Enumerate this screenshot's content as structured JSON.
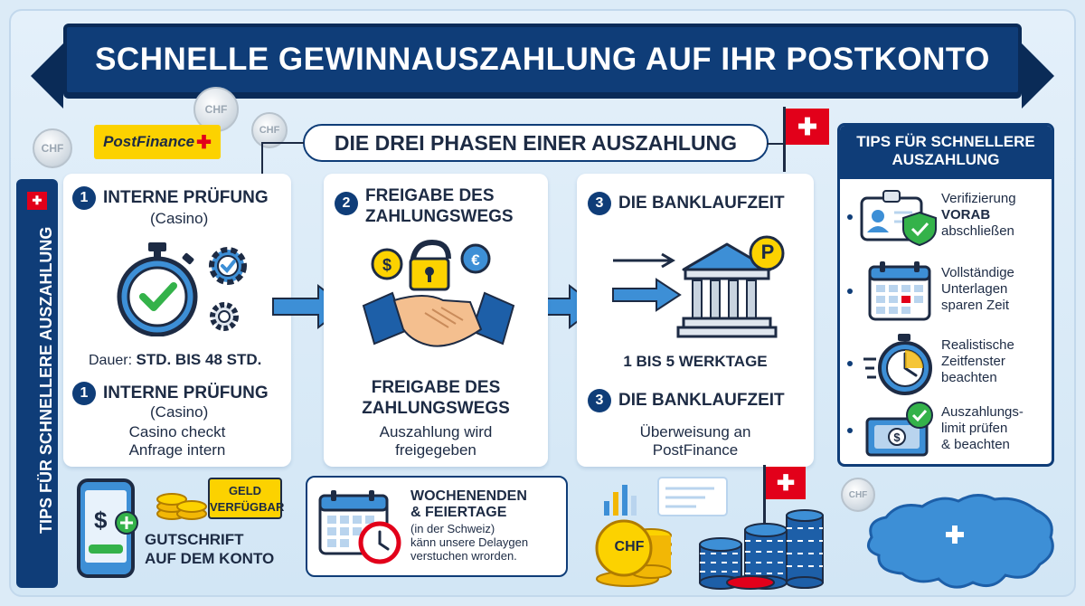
{
  "banner": {
    "title": "SCHNELLE GEWINNAUSZAHLUNG AUF IHR POSTKONTO"
  },
  "logo": {
    "text": "PostFinance"
  },
  "coin_label": "CHF",
  "phases_heading": "DIE DREI PHASEN EINER AUSZAHLUNG",
  "side_title": "TIPS FÜR SCHNELLERE AUSZAHLUNG",
  "phase1": {
    "num": "1",
    "title": "INTERNE PRÜFUNG",
    "sub": "(Casino)",
    "duration_prefix": "Dauer:",
    "duration_value": "STD. BIS 48 STD.",
    "title2": "INTERNE PRÜFUNG",
    "sub2": "(Casino)",
    "desc_line1": "Casino checkt",
    "desc_line2": "Anfrage intern"
  },
  "phase2": {
    "num": "2",
    "title_line1": "FREIGABE DES",
    "title_line2": "ZAHLUNGSWEGS",
    "title2_line1": "FREIGABE DES",
    "title2_line2": "ZAHLUNGSWEGS",
    "desc_line1": "Auszahlung wird",
    "desc_line2": "freigegeben"
  },
  "phase3": {
    "num": "3",
    "title": "DIE BANKLAUFZEIT",
    "duration": "1 BIS 5 WERKTAGE",
    "title2": "DIE BANKLAUFZEIT",
    "desc_line1": "Überweisung an",
    "desc_line2": "PostFinance",
    "bank_badge": "P"
  },
  "credit": {
    "badge_line1": "GELD",
    "badge_line2": "VERFÜGBAR",
    "label_line1": "GUTSCHRIFT",
    "label_line2": "AUF DEM KONTO",
    "phone_symbol": "$"
  },
  "weekend": {
    "title_line1": "WOCHENENDEN",
    "title_line2": "& FEIERTAGE",
    "note_line1": "(in der Schweiz)",
    "note_line2": "känn unsere Delaygen",
    "note_line3": "verstuchen wrorden."
  },
  "tips": {
    "title_line1": "TIPS FÜR SCHNELLERE",
    "title_line2": "AUSZAHLUNG",
    "items": [
      {
        "line1": "Verifizierung",
        "line2": "VORAB",
        "line3": "abschließen"
      },
      {
        "line1": "Vollständige",
        "line2": "Unterlagen",
        "line3": "sparen Zeit"
      },
      {
        "line1": "Realistische",
        "line2": "Zeitfenster",
        "line3": "beachten"
      },
      {
        "line1": "Auszahlungs-",
        "line2": "limit prüfen",
        "line3": "& beachten"
      }
    ]
  },
  "colors": {
    "navy": "#0f3d78",
    "swiss_red": "#e2001a",
    "postfinance_yellow": "#fcd200",
    "accent_blue": "#3d8fd6",
    "green": "#34b24a"
  }
}
